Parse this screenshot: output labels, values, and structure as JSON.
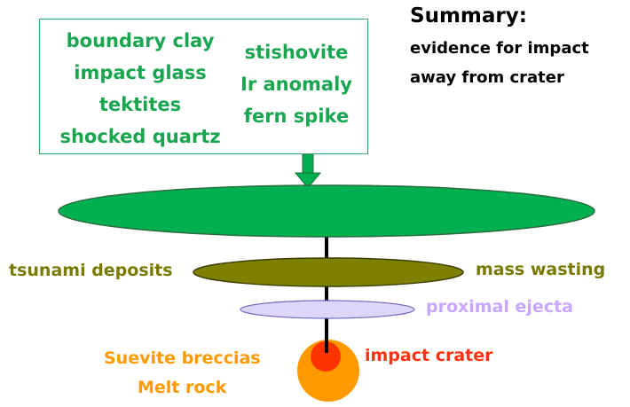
{
  "evidence_box": {
    "left_items": [
      "boundary clay",
      "impact glass",
      "tektites",
      "shocked quartz"
    ],
    "right_items": [
      "stishovite",
      "Ir anomaly",
      "fern spike"
    ]
  },
  "summary": {
    "title": "Summary:",
    "line1": "evidence for impact",
    "line2": "away from crater"
  },
  "labels": {
    "tsunami": "tsunami deposits",
    "mass_wasting": "mass wasting",
    "proximal": "proximal ejecta",
    "suevite": "Suevite breccias",
    "melt": "Melt rock",
    "crater": "impact crater"
  },
  "colors": {
    "green": "#00b050",
    "olive": "#808000",
    "lavender": "#ddd6fa",
    "orange": "#ff9900",
    "red": "#ff3300"
  }
}
